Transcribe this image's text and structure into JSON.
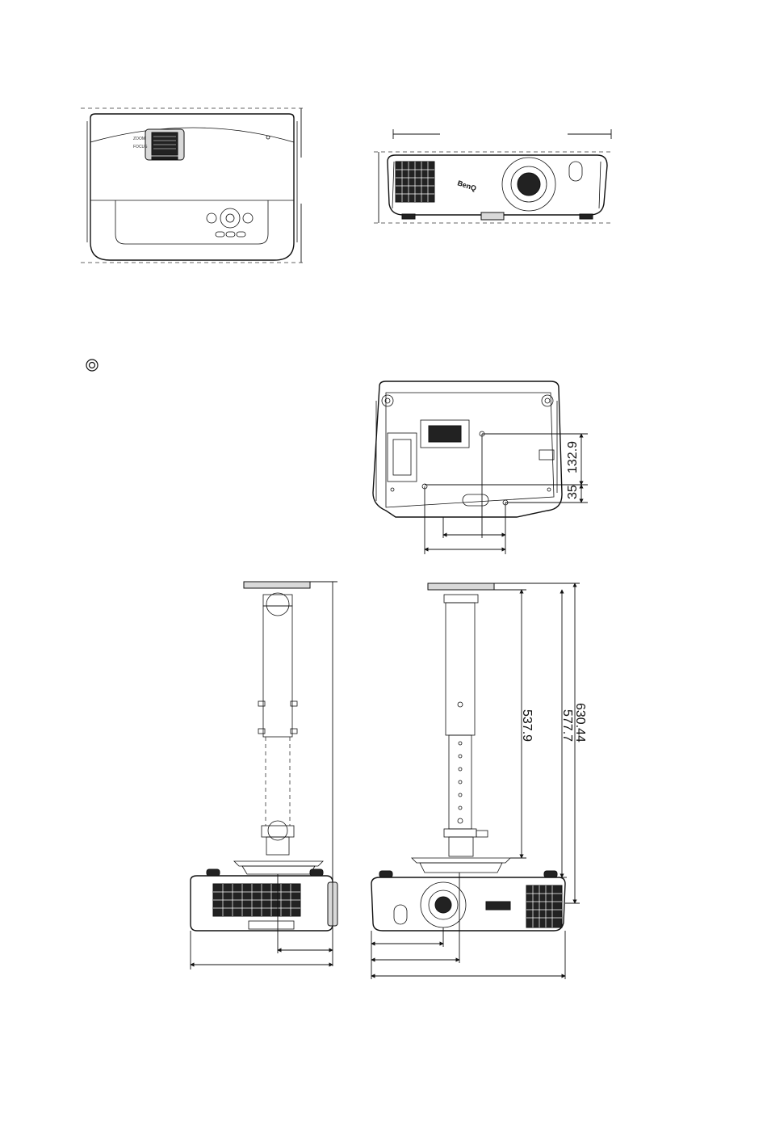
{
  "dimensions": {
    "bottom_offset_1": "132.9",
    "bottom_offset_2": "35",
    "mount_height_1": "537.9",
    "mount_height_2": "577.7",
    "mount_height_3": "630.44"
  },
  "branding": {
    "logo_text": "BenQ"
  },
  "icons": {
    "section_marker": "circle-target-icon"
  }
}
